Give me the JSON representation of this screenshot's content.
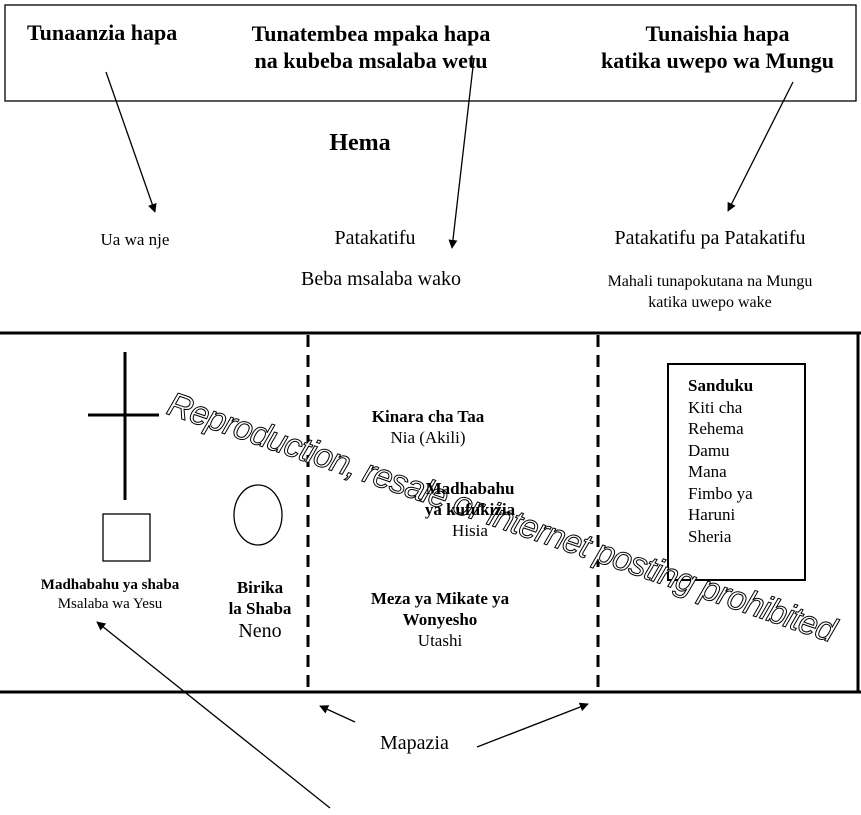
{
  "header": {
    "start": "Tunaanzia hapa",
    "walk_line1": "Tunatembea mpaka hapa",
    "walk_line2": "na kubeba msalaba wetu",
    "end_line1": "Tunaishia hapa",
    "end_line2": "katika uwepo wa Mungu"
  },
  "title": "Hema",
  "sections": {
    "outer_court": "Ua wa nje",
    "holy_place": "Patakatifu",
    "holy_place_sub": "Beba msalaba wako",
    "most_holy": "Patakatifu pa Patakatifu",
    "most_holy_sub1": "Mahali tunapokutana na Mungu",
    "most_holy_sub2": "katika uwepo wake"
  },
  "items": {
    "altar_title": "Madhabahu ya shaba",
    "altar_meaning": "Msalaba wa Yesu",
    "laver_line1": "Birika",
    "laver_line2": "la Shaba",
    "laver_meaning": "Neno",
    "lampstand_title": "Kinara cha Taa",
    "lampstand_meaning": "Nia (Akili)",
    "incense_line1": "Madhabahu",
    "incense_line2": "ya kufukizia",
    "incense_meaning": "Hisia",
    "table_line1": "Meza ya Mikate ya",
    "table_line2": "Wonyesho",
    "table_meaning": "Utashi"
  },
  "ark": {
    "title": "Sanduku",
    "lines": [
      "Kiti cha",
      "Rehema",
      "Damu",
      "Mana",
      "Fimbo ya",
      "Haruni",
      "Sheria"
    ]
  },
  "curtains_label": "Mapazia",
  "watermark": "Reproduction, resale or internet posting prohibited"
}
